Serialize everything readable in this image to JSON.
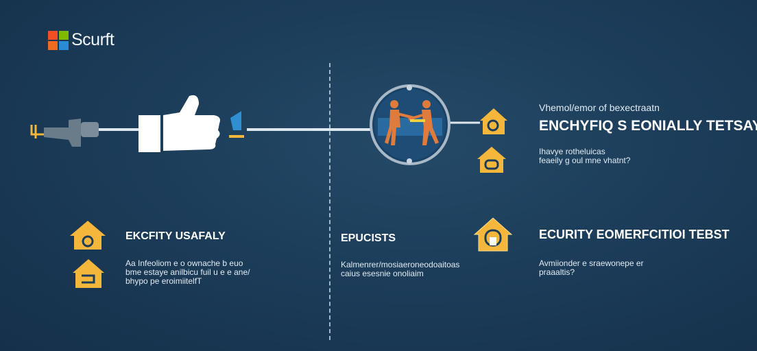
{
  "logo": {
    "text": "Scurft"
  },
  "top_right": {
    "overline": "Vhemol/emor of bexectraatn",
    "title": "ENCHYFIQ S EONIALLY TETSAY",
    "text": "Ihavye rotheluicas\nfeaeily g oul mne vhatnt?"
  },
  "bottom_left": {
    "title": "EKCFITY USAFALY",
    "text": "Aa Infeoliom e o ownache b euo\nbme estaye anilbicu fuil u e e ane/\nbhypo pe eroimiitelfT"
  },
  "bottom_mid": {
    "title": "EPUCISTS",
    "text": "Kalmenrer/mosiaeroneodoaitoas\ncaius esesnie onoliaim"
  },
  "bottom_right": {
    "title": "ECURITY EOMERFCITIOI TEBST",
    "text": "Avmiionder e sraewonepe er\npraaaltis?"
  },
  "icons": {
    "plug": "plug-icon",
    "thumb": "thumbs-up-icon",
    "people": "people-lifting-icon",
    "house": "house-lock-icon"
  },
  "colors": {
    "background": "#1c3d5a",
    "accent": "#f4b63b",
    "line": "#dfe7ee",
    "ring": "#a9b8c6"
  }
}
